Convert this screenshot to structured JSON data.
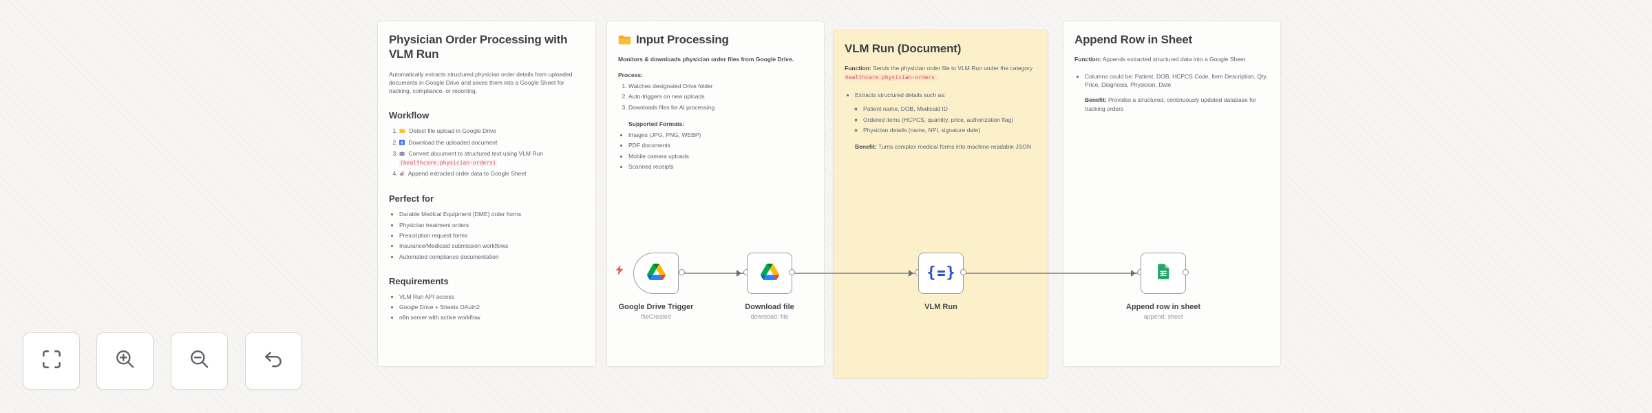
{
  "colors": {
    "canvas_bg": "#f6f5f3",
    "note_yellow": "#fcf0cb",
    "code_pink": "#d6566e",
    "trigger_bolt_red": "#ee5950",
    "drive_blue": "#2684fc",
    "drive_green": "#00ac47",
    "drive_yellow": "#ffba00",
    "sheets_green": "#23a566",
    "vlm_blue": "#2d4fd0"
  },
  "note1": {
    "title": "Physician Order Processing with VLM Run",
    "intro": "Automatically extracts structured physician order details from uploaded documents in Google Drive and saves them into a Google Sheet for tracking, compliance, or reporting.",
    "workflow_heading": "Workflow",
    "workflow_items": [
      {
        "icon": "folder-icon",
        "text": "Detect file upload in Google Drive"
      },
      {
        "icon": "download-icon",
        "text": "Download the uploaded document"
      },
      {
        "icon": "robot-icon",
        "text": "Convert document to structured text using VLM Run",
        "code": "(healthcare.physician-orders)"
      },
      {
        "icon": "chart-icon",
        "text": "Append extracted order data to Google Sheet"
      }
    ],
    "perfect_heading": "Perfect for",
    "perfect_items": [
      "Durable Medical Equipment (DME) order forms",
      "Physician treatment orders",
      "Prescription request forms",
      "Insurance/Medicaid submission workflows",
      "Automated compliance documentation"
    ],
    "requirements_heading": "Requirements",
    "requirements_items": [
      "VLM Run API access",
      "Google Drive + Sheets OAuth2",
      "n8n server with active workflow"
    ]
  },
  "note2": {
    "title": "Input Processing",
    "intro": "Monitors & downloads physician order files from Google Drive.",
    "process_heading": "Process:",
    "process_items": [
      "Watches designated Drive folder",
      "Auto-triggers on new uploads",
      "Downloads files for AI processing"
    ],
    "formats_heading": "Supported Formats:",
    "format_items": [
      "Images (JPG, PNG, WEBP)",
      "PDF documents",
      "Mobile camera uploads",
      "Scanned receipts"
    ]
  },
  "note3": {
    "title": "VLM Run (Document)",
    "function_label": "Function:",
    "function_text": " Sends the physician order file to VLM Run under the category ",
    "function_code": "healthcare.physician-orders",
    "function_suffix": ".",
    "extracts_lead": "Extracts structured details such as:",
    "extract_items": [
      "Patient name, DOB, Medicaid ID",
      "Ordered items (HCPCS, quantity, price, authorization flag)",
      "Physician details (name, NPI, signature date)"
    ],
    "benefit_label": "Benefit:",
    "benefit_text": " Turns complex medical forms into machine-readable JSON"
  },
  "note4": {
    "title": "Append Row in Sheet",
    "function_label": "Function:",
    "function_text": " Appends extracted structured data into a Google Sheet.",
    "columns_text": "Columns could be: Patient, DOB, HCPCS Code, Item Description, Qty, Price, Diagnosis, Physician, Date",
    "benefit_label": "Benefit:",
    "benefit_text": " Provides a structured, continuously updated database for tracking orders"
  },
  "nodes": [
    {
      "label": "Google Drive Trigger",
      "subtitle": "fileCreated",
      "icon": "google-drive-icon"
    },
    {
      "label": "Download file",
      "subtitle": "download: file",
      "icon": "google-drive-icon"
    },
    {
      "label": "VLM Run",
      "subtitle": "",
      "icon": "vlm-run-icon"
    },
    {
      "label": "Append row in sheet",
      "subtitle": "append: sheet",
      "icon": "google-sheets-icon"
    }
  ],
  "controls": {
    "buttons": [
      "fit-view",
      "zoom-in",
      "zoom-out",
      "reset-zoom"
    ]
  }
}
